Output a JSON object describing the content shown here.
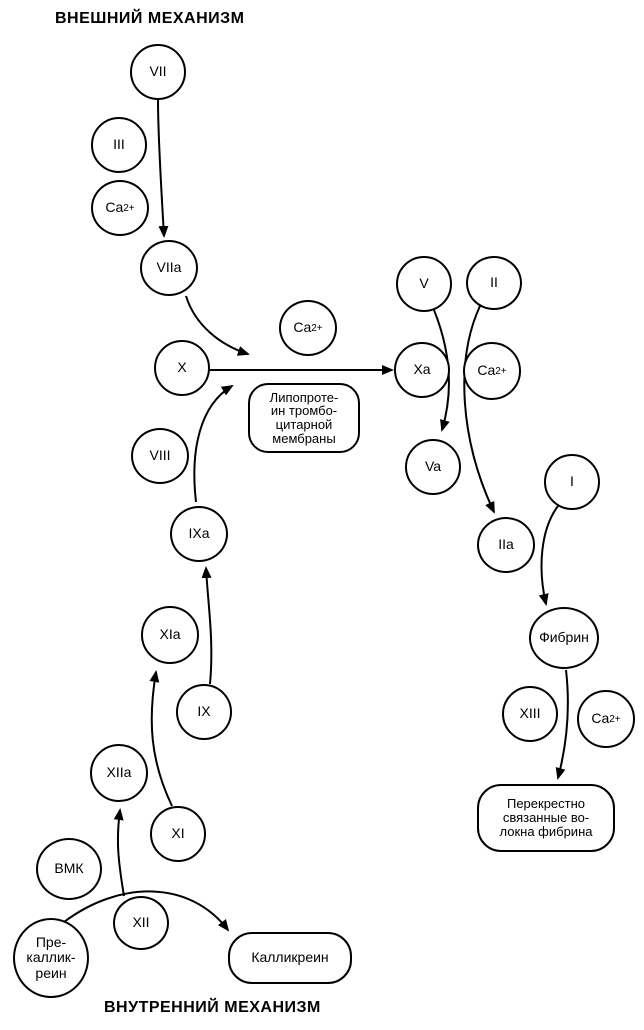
{
  "headings": {
    "external": "ВНЕШНИЙ МЕХАНИЗМ",
    "internal": "ВНУТРЕННИЙ МЕХАНИЗМ"
  },
  "nodes": {
    "vii": "VII",
    "iii": "III",
    "ca_ext": {
      "base": "Ca",
      "sup": "2+"
    },
    "viia": "VIIa",
    "ca_mid": {
      "base": "Ca",
      "sup": "2+"
    },
    "x": "X",
    "lipoprotein": "Липопроте-\nин тромбо-\nцитарной\nмембраны",
    "viii": "VIII",
    "ixa": "IXa",
    "xia": "XIa",
    "ix": "IX",
    "xiia": "XIIa",
    "xi": "XI",
    "bmk": "ВМК",
    "xii": "XII",
    "prekallikrein": "Пре-\nкаллик-\nреин",
    "kallikrein": "Калликреин",
    "v": "V",
    "ii": "II",
    "xa": "Xa",
    "ca_xa": {
      "base": "Ca",
      "sup": "2+"
    },
    "va": "Va",
    "i": "I",
    "iia": "IIa",
    "fibrin": "Фибрин",
    "xiii": "XIII",
    "ca_fibrin": {
      "base": "Ca",
      "sup": "2+"
    },
    "crosslinked": "Перекрестно\nсвязанные во-\nлокна фибрина"
  }
}
